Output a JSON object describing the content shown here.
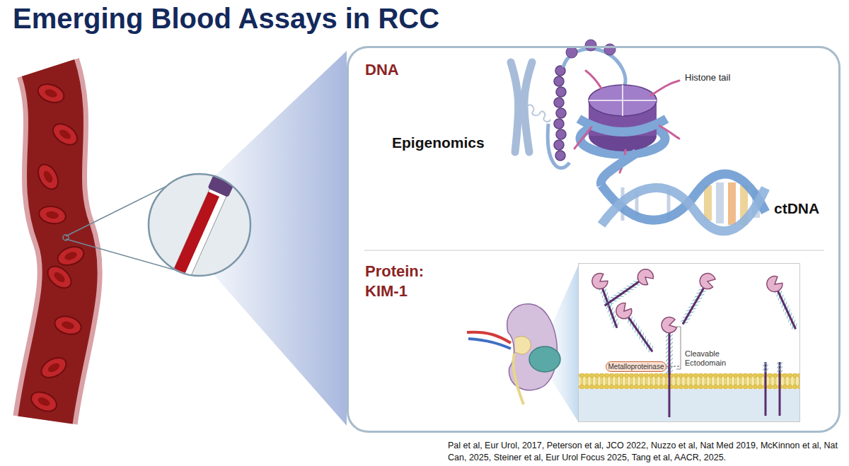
{
  "diagram": {
    "title": "Emerging Blood Assays in RCC",
    "caption": "Pal et al, Eur Urol, 2017, Peterson et al, JCO 2022, Nuzzo et al, Nat Med 2019, McKinnon et al, Nat Can, 2025, Steiner et al, Eur Urol Focus 2025, Tang et al, AACR, 2025.",
    "nodes": [
      {
        "text": [
          "DNA",
          "Histone tail",
          "Epigenomics",
          "ctDNA",
          "Protein: KIM-1"
        ]
      },
      {
        "text": [
          "Cleavable Ectodomain"
        ],
        "in": 0
      },
      {
        "text": [
          "Metalloproteinase"
        ],
        "in": 1
      }
    ]
  }
}
